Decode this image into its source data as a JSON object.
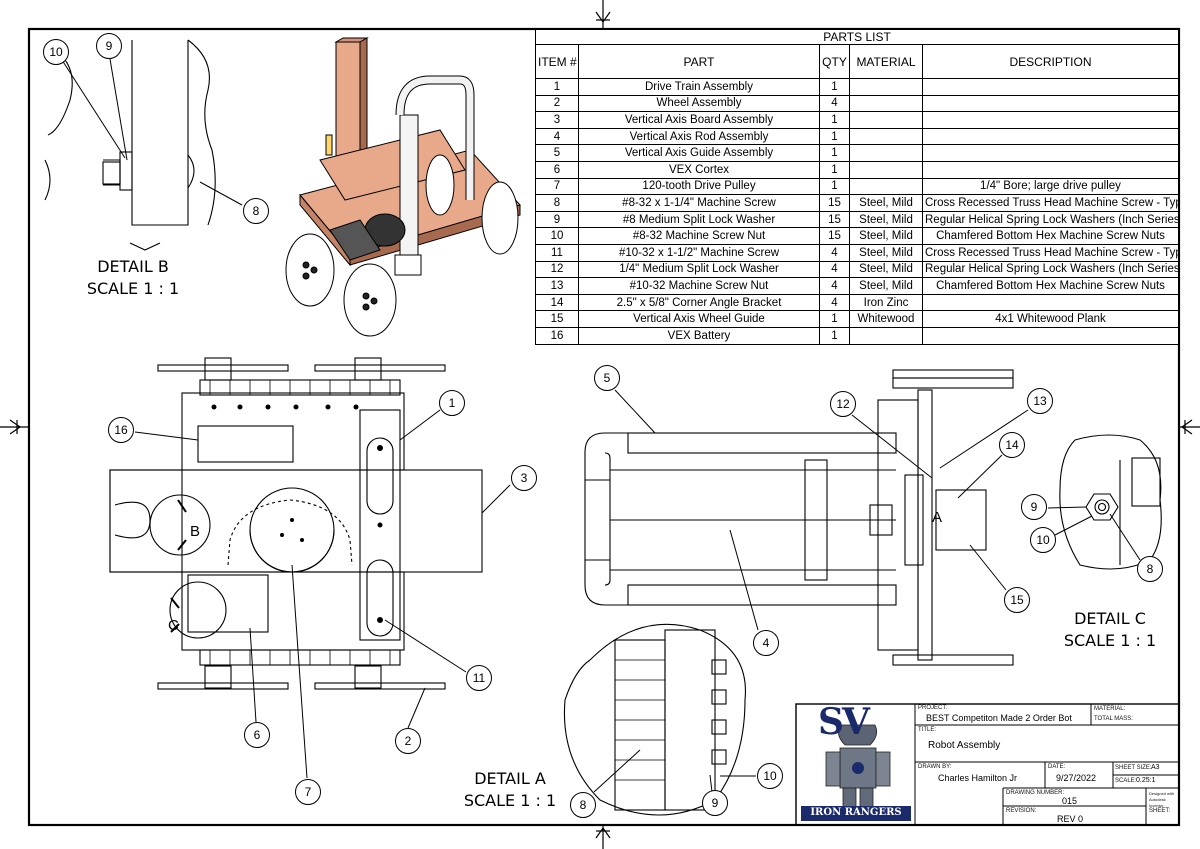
{
  "parts_list": {
    "title": "PARTS LIST",
    "headers": [
      "ITEM #",
      "PART",
      "QTY",
      "MATERIAL",
      "DESCRIPTION"
    ],
    "rows": [
      {
        "item": "1",
        "part": "Drive Train Assembly",
        "qty": "1",
        "material": "",
        "description": ""
      },
      {
        "item": "2",
        "part": "Wheel Assembly",
        "qty": "4",
        "material": "",
        "description": ""
      },
      {
        "item": "3",
        "part": "Vertical Axis Board Assembly",
        "qty": "1",
        "material": "",
        "description": ""
      },
      {
        "item": "4",
        "part": "Vertical Axis Rod Assembly",
        "qty": "1",
        "material": "",
        "description": ""
      },
      {
        "item": "5",
        "part": "Vertical Axis Guide Assembly",
        "qty": "1",
        "material": "",
        "description": ""
      },
      {
        "item": "6",
        "part": "VEX Cortex",
        "qty": "1",
        "material": "",
        "description": ""
      },
      {
        "item": "7",
        "part": "120-tooth Drive Pulley",
        "qty": "1",
        "material": "",
        "description": "1/4\" Bore; large drive pulley"
      },
      {
        "item": "8",
        "part": "#8-32 x 1-1/4\" Machine Screw",
        "qty": "15",
        "material": "Steel, Mild",
        "description": "Cross Recessed Truss Head Machine Screw - Type II"
      },
      {
        "item": "9",
        "part": "#8 Medium Split Lock Washer",
        "qty": "15",
        "material": "Steel, Mild",
        "description": "Regular Helical Spring Lock Washers (Inch Series)"
      },
      {
        "item": "10",
        "part": "#8-32 Machine Screw Nut",
        "qty": "15",
        "material": "Steel, Mild",
        "description": "Chamfered Bottom Hex Machine Screw Nuts"
      },
      {
        "item": "11",
        "part": "#10-32 x 1-1/2\" Machine Screw",
        "qty": "4",
        "material": "Steel, Mild",
        "description": "Cross Recessed Truss Head Machine Screw - Type II"
      },
      {
        "item": "12",
        "part": "1/4\" Medium Split Lock Washer",
        "qty": "4",
        "material": "Steel, Mild",
        "description": "Regular Helical Spring Lock Washers (Inch Series)"
      },
      {
        "item": "13",
        "part": "#10-32 Machine Screw Nut",
        "qty": "4",
        "material": "Steel, Mild",
        "description": "Chamfered Bottom Hex Machine Screw Nuts"
      },
      {
        "item": "14",
        "part": "2.5\" x 5/8\" Corner Angle Bracket",
        "qty": "4",
        "material": "Iron Zinc",
        "description": ""
      },
      {
        "item": "15",
        "part": "Vertical Axis Wheel Guide",
        "qty": "1",
        "material": "Whitewood",
        "description": "4x1 Whitewood Plank"
      },
      {
        "item": "16",
        "part": "VEX Battery",
        "qty": "1",
        "material": "",
        "description": ""
      }
    ]
  },
  "details": {
    "b": {
      "name": "DETAIL  B",
      "scale": "SCALE 1 : 1"
    },
    "c": {
      "name": "DETAIL  C",
      "scale": "SCALE 1 : 1"
    },
    "a": {
      "name": "DETAIL  A",
      "scale": "SCALE 1 : 1"
    }
  },
  "view_letters": {
    "b": "B",
    "c": "C",
    "a": "A"
  },
  "balloons": {
    "detail_b": [
      "10",
      "9",
      "8"
    ],
    "main": [
      "1",
      "2",
      "3",
      "6",
      "7",
      "11",
      "16"
    ],
    "side": [
      "4",
      "5",
      "12",
      "13",
      "14",
      "15"
    ],
    "detail_c": [
      "9",
      "10",
      "8"
    ],
    "detail_a": [
      "8",
      "9",
      "10"
    ]
  },
  "title_block": {
    "project_label": "PROJECT:",
    "project": "BEST Competiton Made 2 Order Bot",
    "material_label": "MATERIAL:",
    "total_mass_label": "TOTAL MASS:",
    "title_label": "TITLE:",
    "title": "Robot Assembly",
    "drawn_by_label": "DRAWN BY:",
    "drawn_by": "Charles Hamilton Jr",
    "date_label": "DATE:",
    "date": "9/27/2022",
    "sheet_size_label": "SHEET SIZE:",
    "sheet_size": "A3",
    "scale_label": "SCALE:",
    "scale": "0.25:1",
    "drawing_number_label": "DRAWING NUMBER:",
    "drawing_number": "015",
    "revision_label": "REVISION:",
    "revision": "REV 0",
    "sheet_label": "SHEET:",
    "designed_with": "Designed with Autodesk Inventor",
    "logo_letters": "SV",
    "logo_text": "IRON RANGERS"
  },
  "colors": {
    "border": "#000000",
    "board": "#e8a98a",
    "board_dark": "#a86a4e",
    "logo_blue": "#1b2a6b"
  }
}
